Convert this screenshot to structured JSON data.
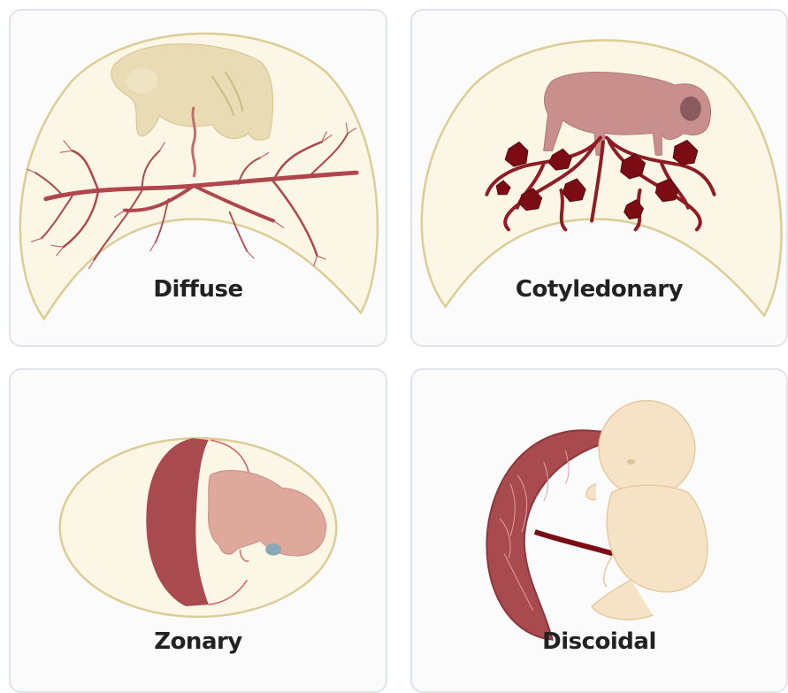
{
  "panels": [
    {
      "id": "diffuse",
      "label": "Diffuse"
    },
    {
      "id": "cotyledonary",
      "label": "Cotyledonary"
    },
    {
      "id": "zonary",
      "label": "Zonary"
    },
    {
      "id": "discoidal",
      "label": "Discoidal"
    }
  ],
  "colors": {
    "membrane_fill": "#fbf6e6",
    "membrane_stroke": "#dccd95",
    "vessel": "#b0464c",
    "cotyledon": "#7c0c14",
    "placenta_band": "#a94a4f",
    "fetus_pale": "#e9dcb4",
    "fetus_pink": "#d79a92",
    "human_fetus": "#f6e3c6"
  }
}
